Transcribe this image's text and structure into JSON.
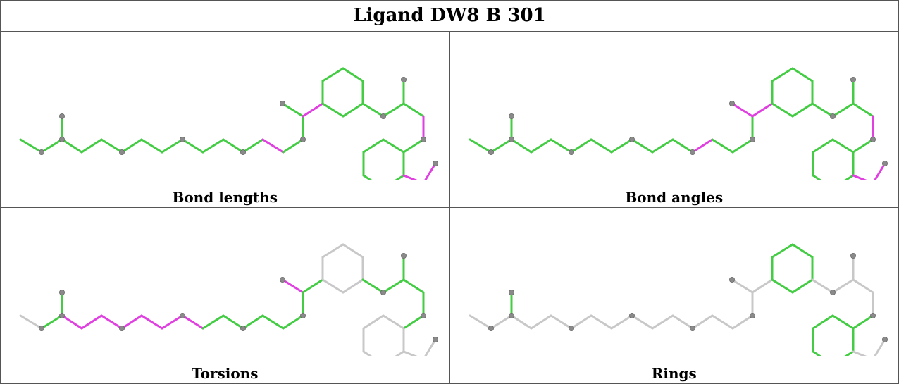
{
  "title": "Ligand DW8 B 301",
  "colors": {
    "ok": "#44cc44",
    "outlier": "#e040e0",
    "neutral": "#c8c8c8",
    "atom": "#8a8a8a"
  },
  "panels": [
    {
      "caption": "Bond lengths",
      "highlight": {
        "outlier": [
          "b12",
          "b18",
          "b23",
          "b24",
          "b25",
          "b26"
        ],
        "neutral": []
      }
    },
    {
      "caption": "Bond angles",
      "highlight": {
        "outlier": [
          "b11",
          "b17",
          "b18",
          "b23",
          "b24",
          "b25",
          "b26"
        ],
        "neutral": []
      }
    },
    {
      "caption": "Torsions",
      "highlight": {
        "outlier": [
          "b2",
          "b3",
          "b4",
          "b5",
          "b6",
          "b7",
          "b8",
          "b17"
        ],
        "neutral": [
          "b0",
          "r1a",
          "r1b",
          "r1c",
          "r1d",
          "r1e",
          "r1f",
          "r2a",
          "r2b",
          "r2c",
          "r2d",
          "r2e",
          "r2f",
          "b24",
          "b25",
          "b26"
        ]
      }
    },
    {
      "caption": "Rings",
      "highlight": {
        "outlier": [],
        "neutral": [
          "b0",
          "b1",
          "b2",
          "b3",
          "b4",
          "b5",
          "b6",
          "b7",
          "b8",
          "b9",
          "b10",
          "b11",
          "b12",
          "b13",
          "b16",
          "b17",
          "b18",
          "b19",
          "b20",
          "b21",
          "b22",
          "b23",
          "b24",
          "b25",
          "b26"
        ]
      }
    }
  ]
}
